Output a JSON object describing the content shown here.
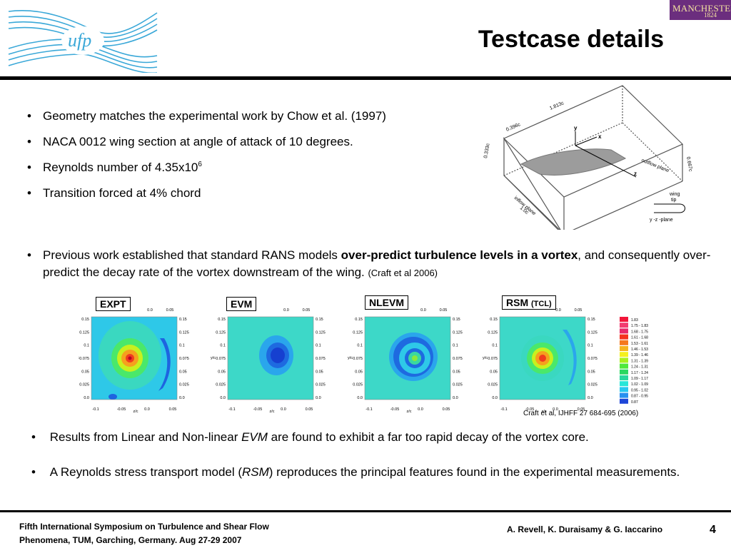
{
  "slide": {
    "title": "Testcase details",
    "page_number": "4"
  },
  "logos": {
    "left_text": "ufp",
    "right_line1": "MANCHESTER",
    "right_line2": "1824"
  },
  "bullets_top": [
    {
      "text": "Geometry matches the experimental work by Chow et al. (1997)"
    },
    {
      "text": "NACA 0012 wing section at angle of attack of 10 degrees."
    },
    {
      "text_pre": "Reynolds number of 4.35x10",
      "sup": "6"
    },
    {
      "text": "Transition forced at 4% chord"
    }
  ],
  "geometry_figure": {
    "dim_top": "1.813c",
    "dim_width": "0.396c",
    "dim_left": "0.333c",
    "dim_right": "0.667c",
    "dim_bottom": "1.0c",
    "axis_y": "y",
    "axis_x": "x",
    "axis_z": "z",
    "outflow": "outflow plane",
    "inflow": "inflow plane",
    "wing_tip": "wing tip",
    "wing": "wing",
    "tip": "tip",
    "yz_plane": "y -z -plane"
  },
  "bullet_mid": {
    "pre": "Previous work established that standard RANS models ",
    "bold": "over-predict turbulence levels in a vortex",
    "post": ", and consequently over-predict the decay rate of the vortex downstream of the wing. ",
    "cite": "(Craft et al 2006)"
  },
  "plots": [
    {
      "label": "EXPT",
      "label_small": ""
    },
    {
      "label": "EVM",
      "label_small": ""
    },
    {
      "label": "NLEVM",
      "label_small": ""
    },
    {
      "label": "RSM",
      "label_small": "(TCL)"
    }
  ],
  "plot_axes": {
    "x_top": [
      "0.0",
      "0.05"
    ],
    "x_bottom": [
      "-0.1",
      "-0.05",
      "0.0",
      "0.05"
    ],
    "y_ticks": [
      "0.15",
      "0.125",
      "0.1",
      "0.075",
      "0.05",
      "0.025",
      "0.0"
    ],
    "ylabel": "y/c",
    "xlabel": "z/c"
  },
  "legend": {
    "entries": [
      "1.83",
      "1.75 - 1.83",
      "1.68 - 1.75",
      "1.61 - 1.68",
      "1.53 - 1.61",
      "1.46 - 1.53",
      "1.39 - 1.46",
      "1.31 - 1.39",
      "1.24 - 1.31",
      "1.17 - 1.24",
      "1.09 - 1.17",
      "1.02 - 1.09",
      "0.95 - 1.02",
      "0.87 - 0.95",
      "0.87"
    ],
    "colors": [
      "#f2163a",
      "#f23c70",
      "#e8286a",
      "#f5321e",
      "#f5781e",
      "#f5b41e",
      "#f5f01e",
      "#aaf01e",
      "#50e83c",
      "#2ad860",
      "#28d89c",
      "#28e6d8",
      "#28c8f0",
      "#2890f0",
      "#1e46d8"
    ],
    "cite": "Craft et al, IJHFF 27 684-695 (2006)"
  },
  "bullets_bottom": [
    {
      "pre": "Results from Linear and Non-linear ",
      "ital": "EVM",
      "post": " are found to exhibit a far too rapid decay of the vortex core."
    },
    {
      "pre": "A Reynolds stress transport model (",
      "ital": "RSM",
      "post": ") reproduces the principal features found in the experimental measurements."
    }
  ],
  "footer": {
    "line1": "Fifth International Symposium on Turbulence and Shear Flow",
    "line2": "Phenomena, TUM, Garching, Germany. Aug 27-29 2007",
    "authors": "A. Revell, K. Duraisamy & G. Iaccarino"
  }
}
